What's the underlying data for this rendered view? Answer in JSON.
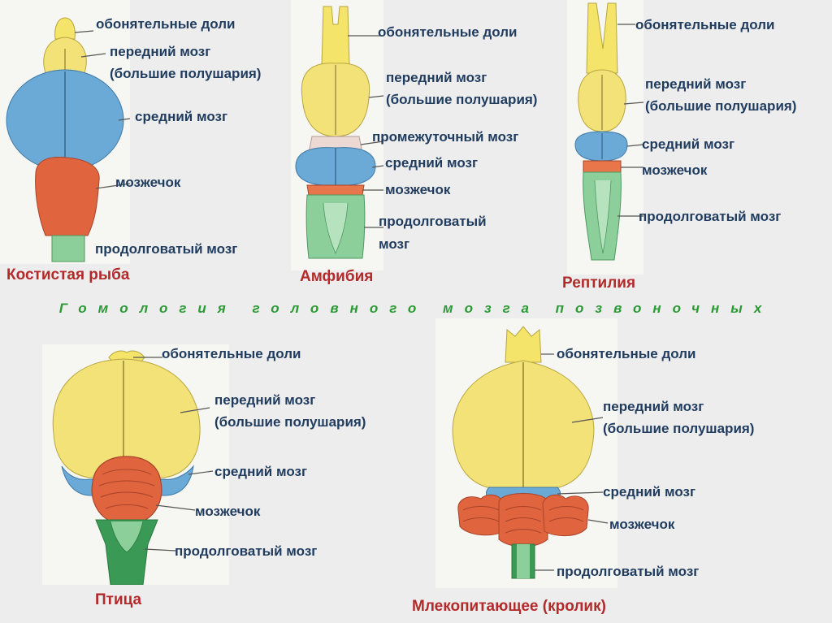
{
  "title": "Гомология головного мозга позвоночных",
  "colors": {
    "olfactory": "#f4e46a",
    "forebrain": "#f2e277",
    "midbrain": "#6ba9d6",
    "cerebellum": "#e0653f",
    "medulla": "#8ccf9a",
    "medulla_dark": "#3a9a55",
    "label": "#1f3b5e",
    "caption": "#b22a2a",
    "title": "#2a9a34"
  },
  "fish": {
    "caption": "Костистая рыба",
    "olfactory": "обонятельные доли",
    "forebrain_1": "передний мозг",
    "forebrain_2": "(большие полушария)",
    "midbrain": "средний мозг",
    "cerebellum": "мозжечок",
    "medulla": "продолговатый мозг"
  },
  "amphibian": {
    "caption": "Амфибия",
    "olfactory": "обонятельные доли",
    "forebrain_1": "передний мозг",
    "forebrain_2": "(большие полушария)",
    "diencephalon": "промежуточный мозг",
    "midbrain": "средний мозг",
    "cerebellum": "мозжечок",
    "medulla_1": "продолговатый",
    "medulla_2": "мозг"
  },
  "reptile": {
    "caption": "Рептилия",
    "olfactory": "обонятельные доли",
    "forebrain_1": "передний мозг",
    "forebrain_2": "(большие полушария)",
    "midbrain": "средний мозг",
    "cerebellum": "мозжечок",
    "medulla": "продолговатый мозг"
  },
  "bird": {
    "caption": "Птица",
    "olfactory": "обонятельные доли",
    "forebrain_1": "передний мозг",
    "forebrain_2": "(большие полушария)",
    "midbrain": "средний мозг",
    "cerebellum": "мозжечок",
    "medulla": "продолговатый мозг"
  },
  "mammal": {
    "caption": "Млекопитающее (кролик)",
    "olfactory": "обонятельные доли",
    "forebrain_1": "передний мозг",
    "forebrain_2": "(большие полушария)",
    "midbrain": "средний мозг",
    "cerebellum": "мозжечок",
    "medulla": "продолговатый мозг"
  }
}
